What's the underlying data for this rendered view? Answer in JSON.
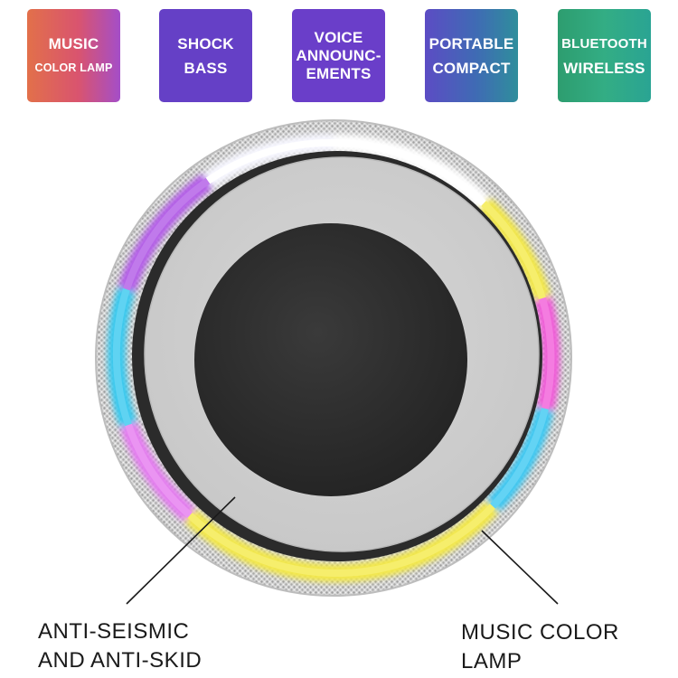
{
  "badges": [
    {
      "lines": [
        "MUSIC",
        "COLOR LAMP"
      ]
    },
    {
      "lines": [
        "SHOCK",
        "BASS"
      ]
    },
    {
      "lines": [
        "VOICE",
        "ANNOUNC-",
        "EMENTS"
      ]
    },
    {
      "lines": [
        "PORTABLE",
        "COMPACT"
      ]
    },
    {
      "lines": [
        "BLUETOOTH",
        "WIRELESS"
      ]
    }
  ],
  "captions": {
    "left": [
      "ANTI-SEISMIC",
      "AND ANTI-SKID"
    ],
    "right": "MUSIC COLOR LAMP"
  }
}
